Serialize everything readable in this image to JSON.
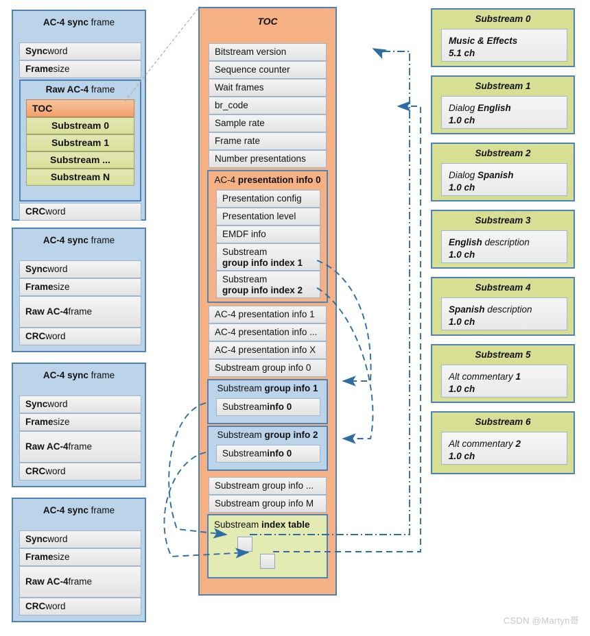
{
  "left_column": {
    "name": "AC-4 sync frame stack",
    "frames": [
      {
        "title_strong": "AC-4 sync",
        "title_rest": " frame",
        "rows": [
          {
            "strong": "Sync",
            "rest": " word"
          },
          {
            "strong": "Frame",
            "rest": " size"
          }
        ],
        "raw_frame": {
          "title_strong": "Raw AC-4",
          "title_rest": " frame",
          "expanded": true,
          "items": [
            {
              "label": "TOC",
              "kind": "toc"
            },
            {
              "label": "Substream 0",
              "kind": "substream"
            },
            {
              "label": "Substream 1",
              "kind": "substream"
            },
            {
              "label": "Substream ...",
              "kind": "substream"
            },
            {
              "label": "Substream N",
              "kind": "substream"
            }
          ]
        },
        "tail_rows": [
          {
            "strong": "CRC",
            "rest": " word"
          }
        ]
      },
      {
        "title_strong": "AC-4 sync",
        "title_rest": " frame",
        "rows": [
          {
            "strong": "Sync",
            "rest": " word"
          },
          {
            "strong": "Frame",
            "rest": " size"
          },
          {
            "strong": "Raw AC-4",
            "rest": " frame"
          },
          {
            "strong": "CRC",
            "rest": " word"
          }
        ]
      },
      {
        "title_strong": "AC-4 sync",
        "title_rest": " frame",
        "rows": [
          {
            "strong": "Sync",
            "rest": " word"
          },
          {
            "strong": "Frame",
            "rest": " size"
          },
          {
            "strong": "Raw AC-4",
            "rest": " frame"
          },
          {
            "strong": "CRC",
            "rest": " word"
          }
        ]
      },
      {
        "title_strong": "AC-4 sync",
        "title_rest": " frame",
        "rows": [
          {
            "strong": "Sync",
            "rest": " word"
          },
          {
            "strong": "Frame",
            "rest": " size"
          },
          {
            "strong": "Raw AC-4",
            "rest": " frame"
          },
          {
            "strong": "CRC",
            "rest": " word"
          }
        ]
      }
    ]
  },
  "toc_panel": {
    "title": "TOC",
    "fields": [
      "Bitstream version",
      "Sequence counter",
      "Wait frames",
      "br_code",
      "Sample rate",
      "Frame rate",
      "Number presentations"
    ],
    "presentation_info_0": {
      "title_light": "AC-4 ",
      "title_strong": "presentation info 0",
      "items": [
        {
          "line1": "Presentation config",
          "line2": ""
        },
        {
          "line1": "Presentation level",
          "line2": ""
        },
        {
          "line1": "EMDF info",
          "line2": ""
        },
        {
          "line1": "Substream",
          "line2": "group info index 1"
        },
        {
          "line1": "Substream",
          "line2": "group info index 2"
        }
      ]
    },
    "more_presentations": [
      "AC-4 presentation info 1",
      "AC-4 presentation info ...",
      "AC-4 presentation info X",
      "Substream group info 0"
    ],
    "substream_group_1": {
      "title_light": "Substream ",
      "title_strong": "group info 1",
      "child_light": "Substream ",
      "child_strong": "info 0"
    },
    "substream_group_2": {
      "title_light": "Substream ",
      "title_strong": "group info 2",
      "child_light": "Substream ",
      "child_strong": "info 0"
    },
    "trailing_groups": [
      "Substream group info ...",
      "Substream group info M"
    ],
    "index_table": {
      "title_light": "Substream ",
      "title_strong": "index table",
      "cells": [
        "",
        ""
      ]
    }
  },
  "substreams": [
    {
      "title": "Substream 0",
      "line1_a": "Music & Effects",
      "line1_a_bold": true,
      "line1_b": "",
      "line2": "5.1 ch"
    },
    {
      "title": "Substream 1",
      "line1_a": "Dialog ",
      "line1_a_bold": false,
      "line1_b": "English",
      "line2": "1.0 ch"
    },
    {
      "title": "Substream 2",
      "line1_a": "Dialog ",
      "line1_a_bold": false,
      "line1_b": "Spanish",
      "line2": "1.0 ch"
    },
    {
      "title": "Substream 3",
      "line1_a": "English",
      "line1_a_bold": true,
      "line1_b": " description",
      "line2": "1.0 ch"
    },
    {
      "title": "Substream 4",
      "line1_a": "Spanish",
      "line1_a_bold": true,
      "line1_b": " description",
      "line2": "1.0 ch"
    },
    {
      "title": "Substream 5",
      "line1_a": "Alt commentary ",
      "line1_a_bold": false,
      "line1_b": "1",
      "line2": "1.0 ch"
    },
    {
      "title": "Substream 6",
      "line1_a": "Alt commentary ",
      "line1_a_bold": false,
      "line1_b": "2",
      "line2": "1.0 ch"
    }
  ],
  "watermark": "CSDN @Martyn哥",
  "colors": {
    "panel_blue": "#bcd4ea",
    "panel_orange": "#f5b183",
    "panel_green": "#d7df94",
    "border_blue": "#4e81b4",
    "row_grey": "#ebebeb",
    "arrow_blue": "#2e6da4",
    "watermark_grey": "#c8c8c8"
  }
}
